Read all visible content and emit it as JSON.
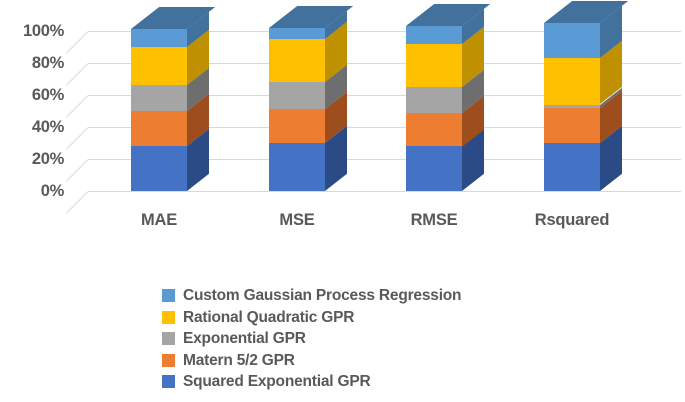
{
  "chart_data": {
    "type": "bar",
    "subtype": "stacked-100-percent-3d",
    "title": "",
    "xlabel": "",
    "ylabel": "",
    "categories": [
      "MAE",
      "MSE",
      "RMSE",
      "Rsquared"
    ],
    "ytick_labels": [
      "100%",
      "80%",
      "60%",
      "40%",
      "20%",
      "0%"
    ],
    "ylim": [
      0,
      100
    ],
    "ytick_values": [
      100,
      80,
      60,
      40,
      20,
      0
    ],
    "grid": true,
    "legend_position": "bottom",
    "stack_order_bottom_to_top": [
      "Squared Exponential GPR",
      "Matern 5/2 GPR",
      "Exponential GPR",
      "Rational Quadratic GPR",
      "Custom Gaussian Process Regression"
    ],
    "series": [
      {
        "name": "Custom Gaussian Process Regression",
        "color": "#5B9BD5",
        "top_color": "#41719C",
        "side_color": "#41719C",
        "values": [
          11,
          7,
          11,
          22
        ]
      },
      {
        "name": "Rational Quadratic GPR",
        "color": "#FFC000",
        "side_color": "#BF9000",
        "values": [
          24,
          27,
          27,
          29
        ]
      },
      {
        "name": "Exponential GPR",
        "color": "#A5A5A5",
        "side_color": "#6E6E6E",
        "values": [
          16,
          17,
          16,
          2
        ]
      },
      {
        "name": "Matern 5/2 GPR",
        "color": "#ED7D31",
        "side_color": "#9E4D1C",
        "values": [
          22,
          21,
          21,
          22
        ]
      },
      {
        "name": "Squared Exponential GPR",
        "color": "#4472C4",
        "side_color": "#2A4B85",
        "values": [
          28,
          30,
          28,
          30
        ]
      }
    ]
  },
  "legend": {
    "items": [
      {
        "label": "Custom Gaussian Process Regression",
        "color": "#5B9BD5"
      },
      {
        "label": "Rational Quadratic GPR",
        "color": "#FFC000"
      },
      {
        "label": "Exponential GPR",
        "color": "#A5A5A5"
      },
      {
        "label": "Matern 5/2 GPR",
        "color": "#ED7D31"
      },
      {
        "label": "Squared Exponential GPR",
        "color": "#4472C4"
      }
    ]
  },
  "style": {
    "text_color": "#595959",
    "gridline_color": "#D9D9D9",
    "background": "#FFFFFF"
  }
}
